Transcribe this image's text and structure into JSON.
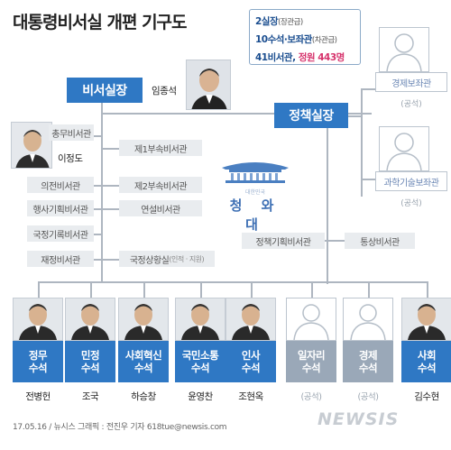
{
  "title": "대통령비서실 개편 기구도",
  "stats": {
    "line1_main": "2실장",
    "line1_sub": "(장관급)",
    "line2_main": "10수석·보좌관",
    "line2_sub": "(차관급)",
    "line3_main": "41비서관, ",
    "line3_red": "정원 443명"
  },
  "chief_secretary": {
    "title": "비서실장",
    "name": "임종석"
  },
  "policy_chief": {
    "title": "정책실장"
  },
  "chief_aides": [
    {
      "title": "총무비서관",
      "name": "이정도"
    },
    {
      "title": "의전비서관"
    },
    {
      "title": "행사기획비서관"
    },
    {
      "title": "국정기록비서관"
    },
    {
      "title": "재정비서관"
    }
  ],
  "chief_aides_right": [
    {
      "title": "제1부속비서관"
    },
    {
      "title": "제2부속비서관"
    },
    {
      "title": "연설비서관"
    },
    {
      "title": "국정상황실",
      "suffix": "(인적 · 지원)"
    }
  ],
  "policy_aides": [
    {
      "title": "경제보좌관",
      "sub": "(공석)"
    },
    {
      "title": "과학기술보좌관",
      "sub": "(공석)"
    }
  ],
  "policy_secretaries": [
    {
      "title": "정책기획비서관"
    },
    {
      "title": "통상비서관"
    }
  ],
  "bluehouse": {
    "en": "대한민국",
    "name": "청 와 대"
  },
  "senior_secretaries": [
    {
      "label": "정무\n수석",
      "name": "전병헌",
      "color": "#2f78c4"
    },
    {
      "label": "민정\n수석",
      "name": "조국",
      "color": "#2f78c4"
    },
    {
      "label": "사회혁신\n수석",
      "name": "하승창",
      "color": "#2f78c4"
    },
    {
      "label": "국민소통\n수석",
      "name": "윤영찬",
      "color": "#2f78c4"
    },
    {
      "label": "인사\n수석",
      "name": "조현옥",
      "color": "#2f78c4"
    },
    {
      "label": "일자리\n수석",
      "name": "(공석)",
      "color": "#9aa8b8"
    },
    {
      "label": "경제\n수석",
      "name": "(공석)",
      "color": "#9aa8b8"
    },
    {
      "label": "사회\n수석",
      "name": "김수현",
      "color": "#2f78c4"
    }
  ],
  "footer": "17.05.16 / 뉴시스 그래픽 : 전진우 기자 618tue@newsis.com",
  "watermark": "NEWSIS",
  "colors": {
    "blue": "#2f78c4",
    "gray": "#9aa8b8",
    "line": "#aeb6c0",
    "box": "#e9ecef"
  }
}
